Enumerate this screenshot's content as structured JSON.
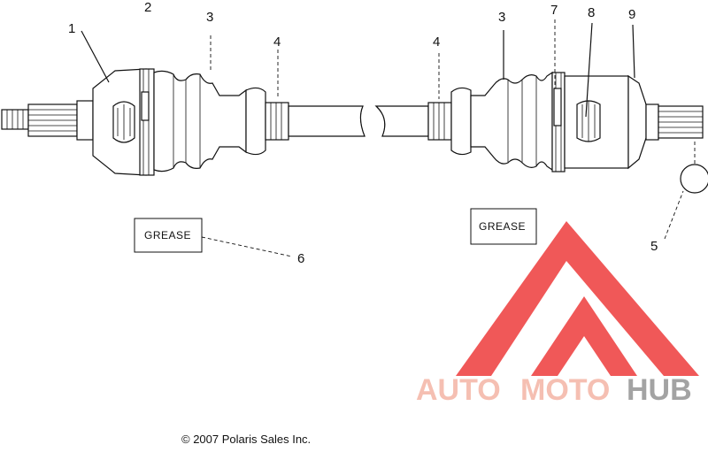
{
  "callouts": {
    "c1": "1",
    "c2": "2",
    "c3a": "3",
    "c3b": "3",
    "c4a": "4",
    "c4b": "4",
    "c5": "5",
    "c6": "6",
    "c7": "7",
    "c8": "8",
    "c9": "9"
  },
  "labels": {
    "grease_left": "GREASE",
    "grease_right": "GREASE"
  },
  "copyright": "© 2007 Polaris Sales Inc.",
  "watermark": {
    "auto": "AUTO",
    "moto": "MOTO",
    "hub": "HUB",
    "colors": {
      "primary": "#ef4747",
      "text_light": "#f5b9aa",
      "text_gray": "#9a9a9a"
    }
  }
}
